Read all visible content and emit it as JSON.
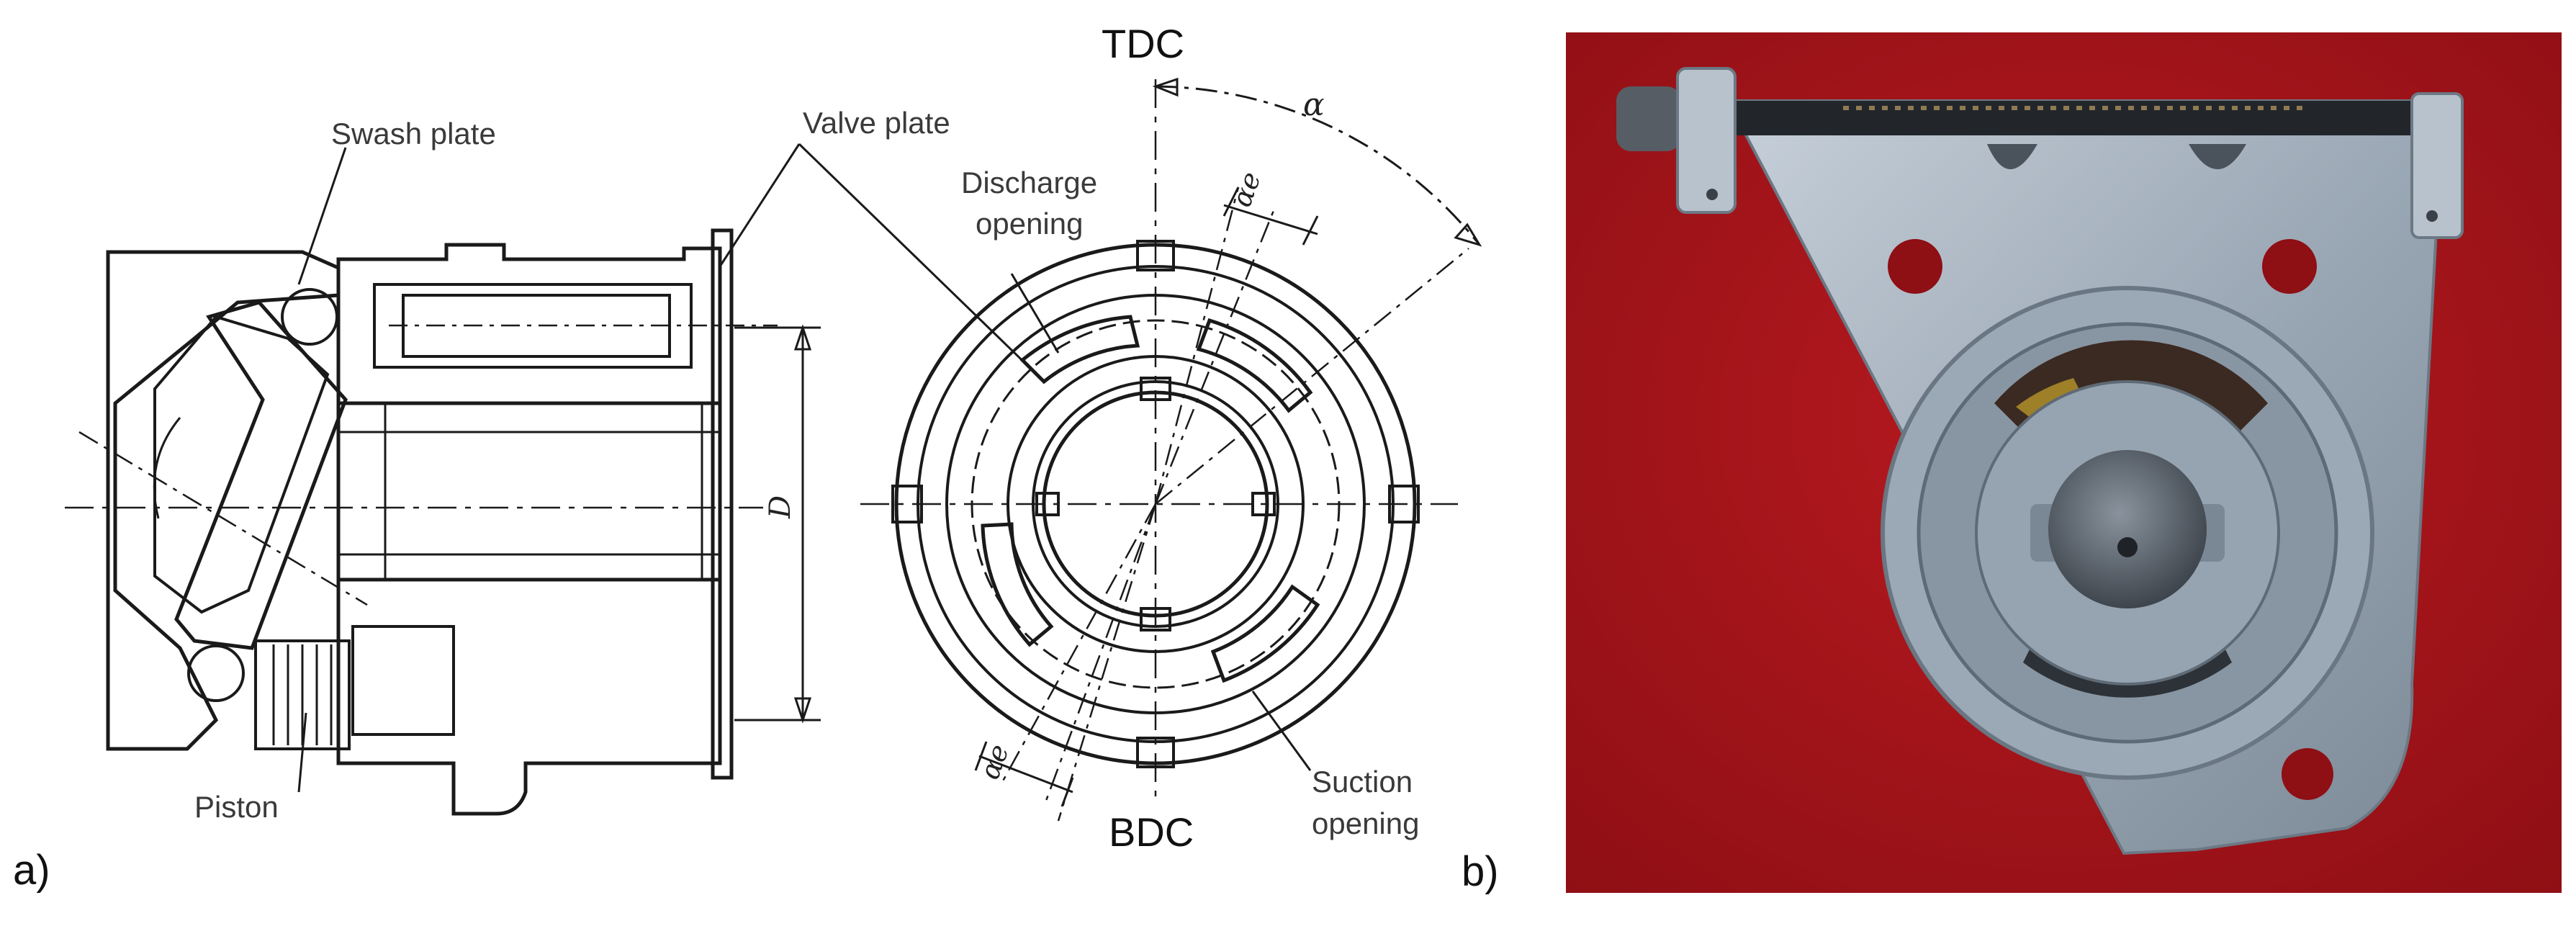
{
  "panel_labels": {
    "a": "a)",
    "b": "b)"
  },
  "sectional_view": {
    "swash_plate": "Swash plate",
    "valve_plate": "Valve plate",
    "piston": "Piston",
    "diameter_symbol": "D"
  },
  "valve_plate_view": {
    "tdc": "TDC",
    "bdc": "BDC",
    "discharge_line1": "Discharge",
    "discharge_line2": "opening",
    "suction_line1": "Suction",
    "suction_line2": "opening",
    "angle_symbol": "α",
    "dead_angle_top": "αe",
    "dead_angle_bottom": "αe"
  },
  "colors": {
    "background": "#ffffff",
    "line": "#1a1a1a",
    "photo_background": "#a8151b",
    "aluminium": "#9aa6b2"
  }
}
